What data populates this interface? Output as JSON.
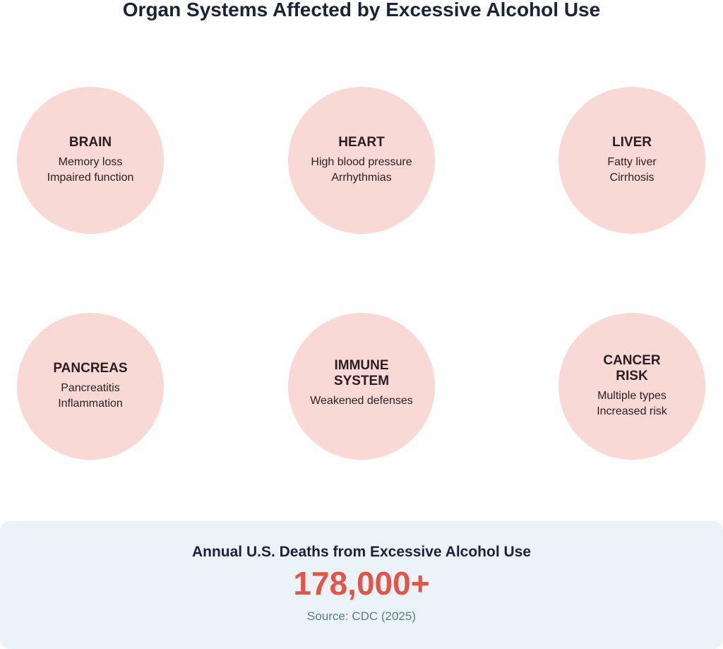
{
  "title": "Organ Systems Affected by Excessive Alcohol Use",
  "organs": [
    {
      "name": "BRAIN",
      "effects": [
        "Memory loss",
        "Impaired function"
      ]
    },
    {
      "name": "HEART",
      "effects": [
        "High blood pressure",
        "Arrhythmias"
      ]
    },
    {
      "name": "LIVER",
      "effects": [
        "Fatty liver",
        "Cirrhosis"
      ]
    },
    {
      "name": "PANCREAS",
      "effects": [
        "Pancreatitis",
        "Inflammation"
      ]
    },
    {
      "name": "IMMUNE SYSTEM",
      "effects": [
        "Weakened defenses"
      ]
    },
    {
      "name": "CANCER RISK",
      "effects": [
        "Multiple types",
        "Increased risk"
      ]
    }
  ],
  "stats": {
    "label": "Annual U.S. Deaths from Excessive Alcohol Use",
    "value": "178,000+",
    "source": "Source: CDC (2025)"
  },
  "colors": {
    "circle_fill": "#f8d9d6",
    "stats_background": "#e9f3f8",
    "highlight_value": "#e25549",
    "source_text": "#5a7898"
  }
}
